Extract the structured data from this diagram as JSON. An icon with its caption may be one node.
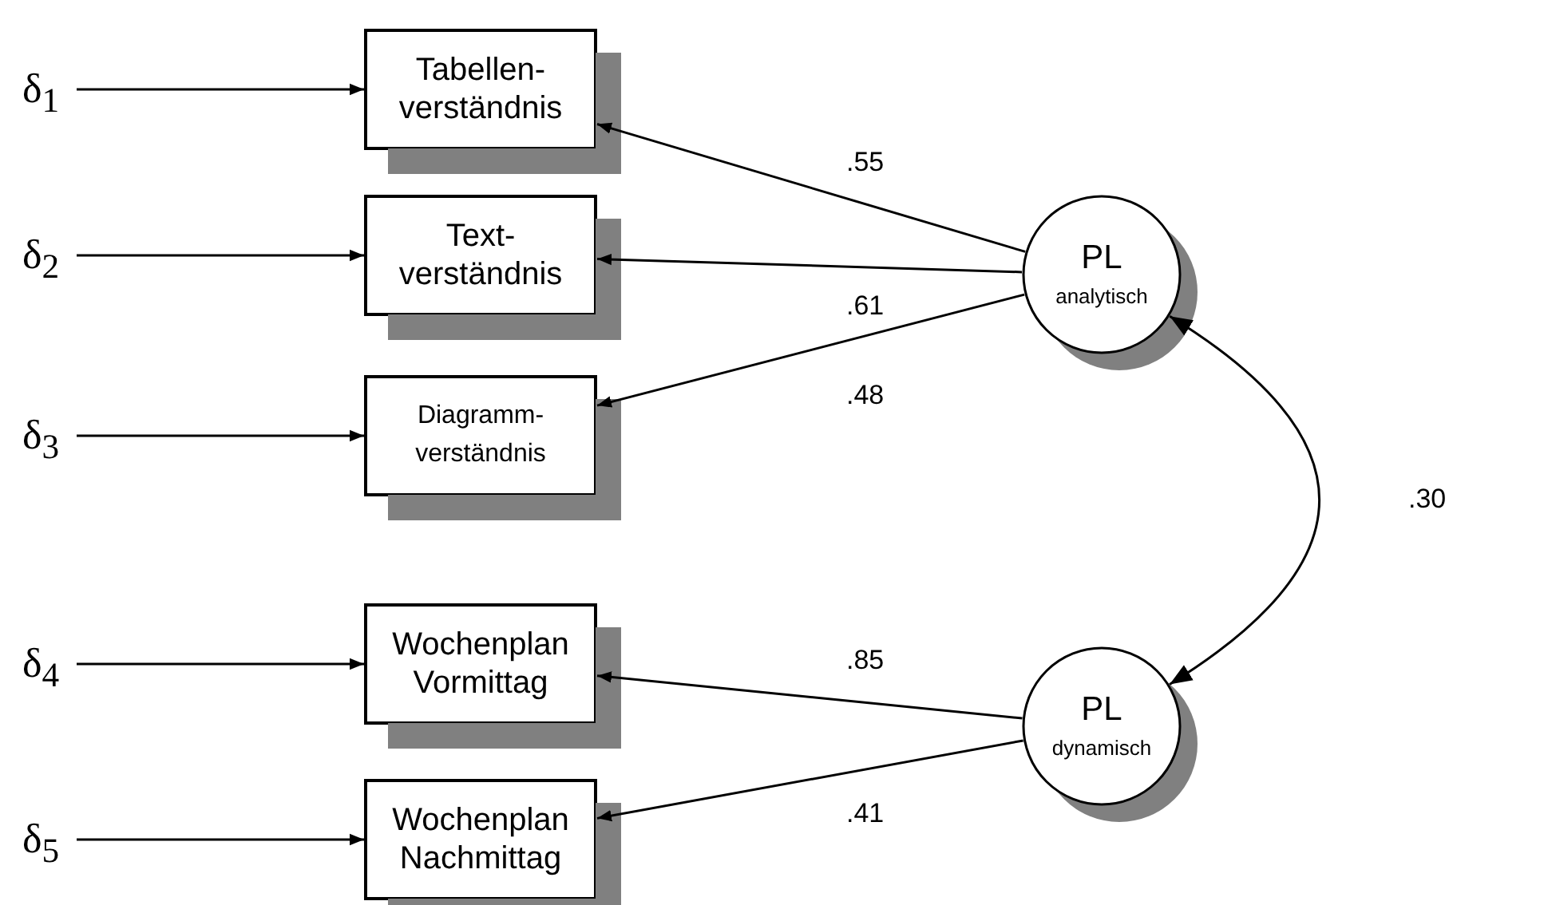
{
  "diagram": {
    "nodes": [
      {
        "text": [
          "δ$_{1}$"
        ]
      },
      {
        "text": [
          "Tabellen- verständnis"
        ]
      },
      {
        "text": [
          "δ$_{2}$"
        ]
      },
      {
        "text": [
          "Text- verständnis"
        ]
      },
      {
        "text": [
          "δ$_{3}$"
        ]
      },
      {
        "text": [
          "Diagramm- verständnis"
        ]
      },
      {
        "text": [
          "δ$_{4}$"
        ]
      },
      {
        "text": [
          "Wochenplan Vormittag"
        ]
      },
      {
        "text": [
          "δ$_{5}$"
        ]
      },
      {
        "text": [
          "Wochenplan Nachmittag"
        ]
      },
      {
        "text": [
          "PL",
          "analytisch"
        ]
      },
      {
        "text": [
          "PL",
          "dynamisch"
        ]
      }
    ],
    "edges": [
      {
        "from": 0,
        "to": 1,
        "arrow": "to"
      },
      {
        "from": 2,
        "to": 3,
        "arrow": "to"
      },
      {
        "from": 4,
        "to": 5,
        "arrow": "to"
      },
      {
        "from": 6,
        "to": 7,
        "arrow": "to"
      },
      {
        "from": 8,
        "to": 9,
        "arrow": "to"
      },
      {
        "from": 10,
        "to": 1,
        "arrow": "to",
        "label": ".55"
      },
      {
        "from": 10,
        "to": 3,
        "arrow": "to",
        "label": ".61"
      },
      {
        "from": 10,
        "to": 5,
        "arrow": "to",
        "label": ".48"
      },
      {
        "from": 11,
        "to": 7,
        "arrow": "to",
        "label": ".85"
      },
      {
        "from": 11,
        "to": 9,
        "arrow": "to",
        "label": ".41"
      },
      {
        "from": 10,
        "to": 11,
        "arrow": "both",
        "label": ".30"
      }
    ]
  }
}
